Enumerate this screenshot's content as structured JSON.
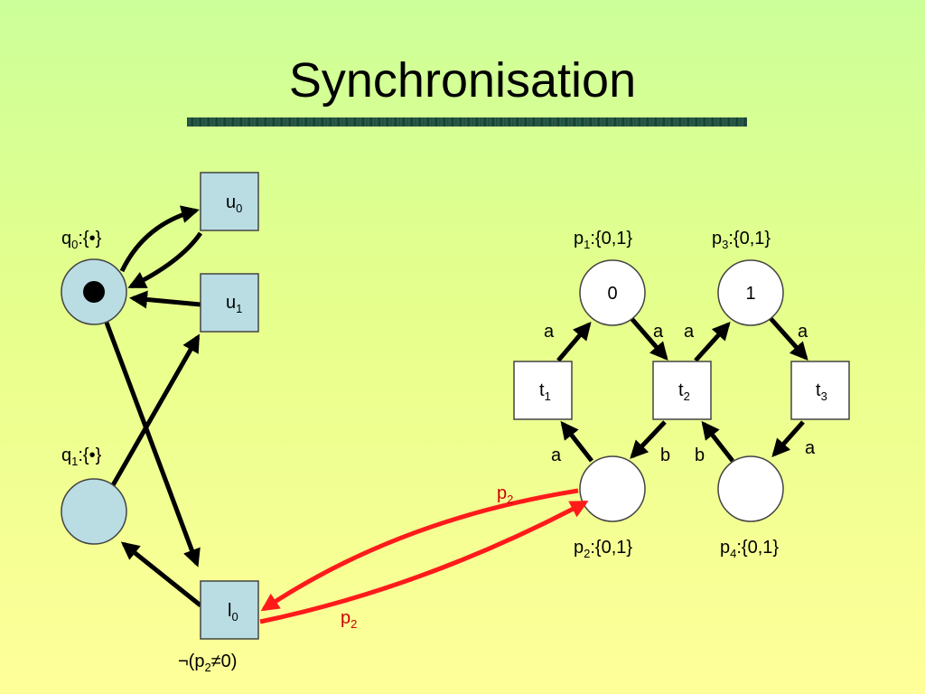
{
  "title": "Synchronisation",
  "left_net": {
    "q0": {
      "name": "q",
      "sub": "0",
      "domain": ":{•}"
    },
    "q1": {
      "name": "q",
      "sub": "1",
      "domain": ":{•}"
    },
    "u0": {
      "name": "u",
      "sub": "0"
    },
    "u1": {
      "name": "u",
      "sub": "1"
    },
    "l0": {
      "name": "l",
      "sub": "0"
    },
    "guard": {
      "pre": "¬(p",
      "sub": "2",
      "post": "≠0)"
    }
  },
  "right_net": {
    "p1": {
      "name": "p",
      "sub": "1",
      "domain": ":{0,1}",
      "value": "0"
    },
    "p3": {
      "name": "p",
      "sub": "3",
      "domain": ":{0,1}",
      "value": "1"
    },
    "p2": {
      "name": "p",
      "sub": "2",
      "domain": ":{0,1}"
    },
    "p4": {
      "name": "p",
      "sub": "4",
      "domain": ":{0,1}"
    },
    "t1": {
      "name": "t",
      "sub": "1"
    },
    "t2": {
      "name": "t",
      "sub": "2"
    },
    "t3": {
      "name": "t",
      "sub": "3"
    },
    "arc_labels": {
      "t1_p1": "a",
      "p1_t2": "a",
      "t2_p3": "a",
      "p3_t3": "a",
      "p2_t1": "a",
      "t2_p2": "b",
      "p4_t2": "b",
      "t3_p4": "a"
    }
  },
  "sync_arcs": {
    "top": {
      "name": "p",
      "sub": "2"
    },
    "bottom": {
      "name": "p",
      "sub": "2"
    }
  },
  "colors": {
    "background_top": "#ccff99",
    "background_bottom": "#ffff99",
    "place_fill_blue": "#b9dde3",
    "sync_arc": "#ff1a1a",
    "sync_label": "#cc0000"
  }
}
